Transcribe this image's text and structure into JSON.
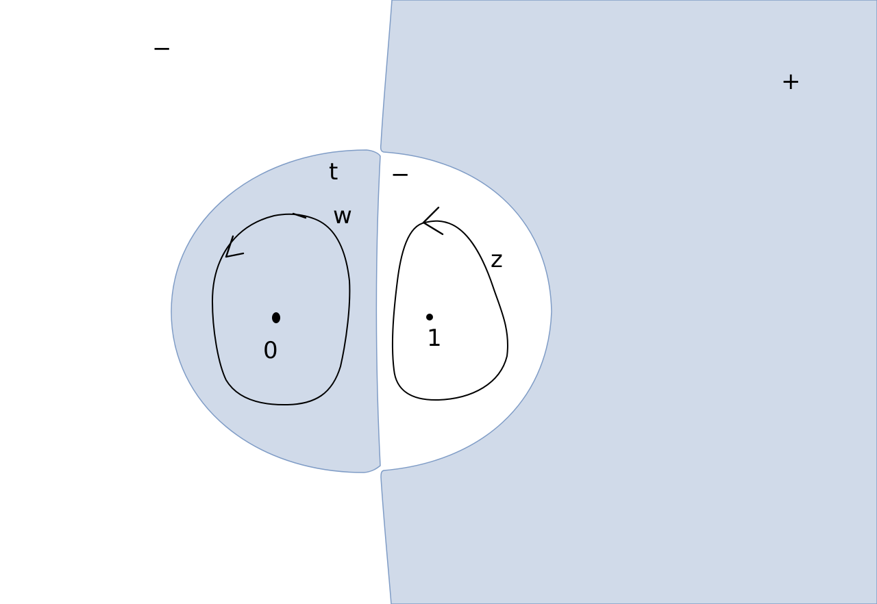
{
  "colors": {
    "region_fill": "#d0dae9",
    "region_stroke": "#7f9cc6",
    "background": "#ffffff",
    "ink": "#000000"
  },
  "labels": {
    "outer_left_sign": "−",
    "outer_right_sign": "+",
    "left_half_sign": "t",
    "right_half_sign": "−",
    "left_contour_variable": "w",
    "right_contour_variable": "z",
    "left_point": "0",
    "right_point": "1"
  }
}
